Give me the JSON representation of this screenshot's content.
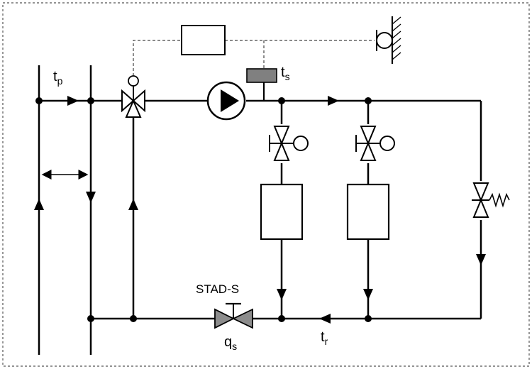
{
  "labels": {
    "tp": {
      "main": "t",
      "sub": "p"
    },
    "ts": {
      "main": "t",
      "sub": "s"
    },
    "tr": {
      "main": "t",
      "sub": "r"
    },
    "qs": {
      "main": "q",
      "sub": "s"
    },
    "stad": "STAD-S"
  },
  "colors": {
    "line": "#000000",
    "valve_grey": "#8c8c8c",
    "sensor_grey": "#808080",
    "border_dash": "#555555",
    "background": "#ffffff"
  }
}
